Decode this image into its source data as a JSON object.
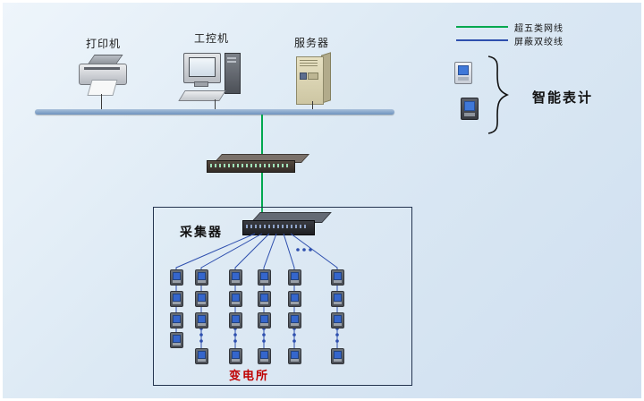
{
  "devices": {
    "printer": "打印机",
    "ipc": "工控机",
    "server": "服务器"
  },
  "legend": {
    "cat5": "超五类网线",
    "stp": "屏蔽双绞线",
    "smart_meters": "智能表计"
  },
  "box": {
    "collector": "采集器",
    "substation": "变电所"
  },
  "colors": {
    "cat5_line": "#00A84F",
    "stp_line": "#2E4FAE",
    "bus_line": "#6E93BF",
    "substation_text": "#C00000"
  },
  "icons": {
    "printer": "printer-icon",
    "ipc": "desktop-computer-icon",
    "server": "server-tower-icon",
    "switch": "network-switch-icon",
    "collector": "collector-device-icon",
    "meter": "power-meter-icon",
    "brace": "curly-brace-icon"
  }
}
